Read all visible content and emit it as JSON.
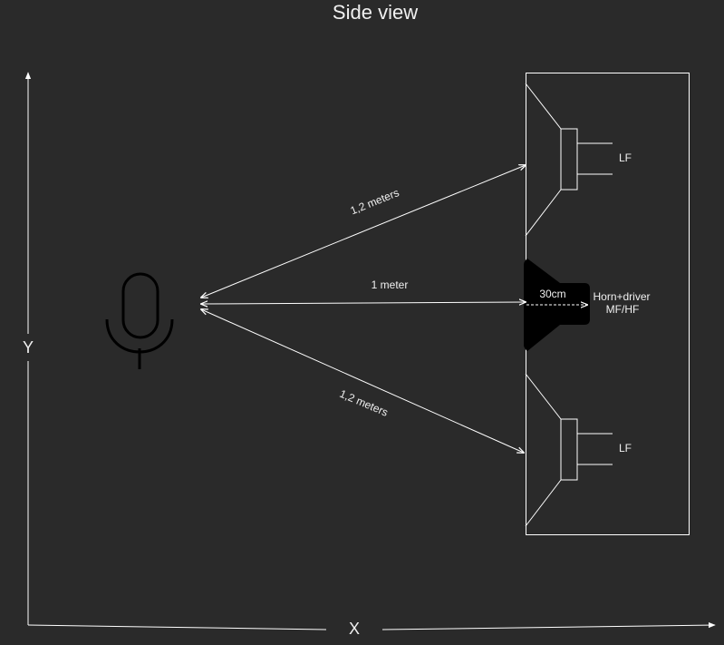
{
  "title": "Side view",
  "axes": {
    "y_label": "Y",
    "x_label": "X"
  },
  "distances": {
    "upper": "1,2 meters",
    "middle": "1 meter",
    "lower": "1,2 meters"
  },
  "horn": {
    "depth_label": "30cm",
    "label_line1": "Horn+driver",
    "label_line2": "MF/HF"
  },
  "drivers": {
    "upper_label": "LF",
    "lower_label": "LF"
  },
  "icons": {
    "microphone": "microphone-icon"
  },
  "colors": {
    "background": "#2a2a2a",
    "stroke": "#ffffff",
    "text": "#f0f0f0",
    "horn_fill": "#000000",
    "mic": "#000000"
  }
}
